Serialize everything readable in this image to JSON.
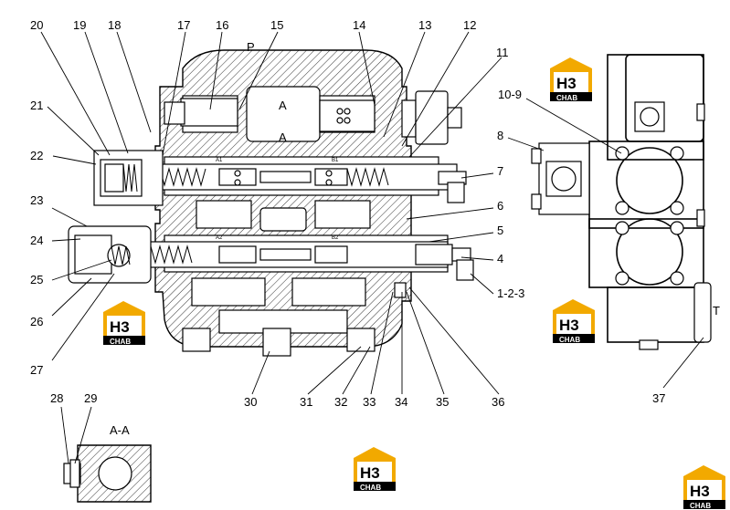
{
  "diagram": {
    "port_p": "P",
    "port_t": "T",
    "section_a_top": "A",
    "section_a_bottom": "A",
    "section_view_label": "A-A",
    "spool_labels": [
      "A1",
      "B1",
      "A2",
      "B2"
    ],
    "logo": {
      "mark": "H3",
      "sub": "CHAB"
    },
    "callouts": [
      {
        "id": "20",
        "label": "20"
      },
      {
        "id": "19",
        "label": "19"
      },
      {
        "id": "18",
        "label": "18"
      },
      {
        "id": "17",
        "label": "17"
      },
      {
        "id": "16",
        "label": "16"
      },
      {
        "id": "15",
        "label": "15"
      },
      {
        "id": "14",
        "label": "14"
      },
      {
        "id": "13",
        "label": "13"
      },
      {
        "id": "12",
        "label": "12"
      },
      {
        "id": "11",
        "label": "11"
      },
      {
        "id": "10-9",
        "label": "10-9"
      },
      {
        "id": "8",
        "label": "8"
      },
      {
        "id": "7",
        "label": "7"
      },
      {
        "id": "6",
        "label": "6"
      },
      {
        "id": "5",
        "label": "5"
      },
      {
        "id": "4",
        "label": "4"
      },
      {
        "id": "1-2-3",
        "label": "1-2-3"
      },
      {
        "id": "21",
        "label": "21"
      },
      {
        "id": "22",
        "label": "22"
      },
      {
        "id": "23",
        "label": "23"
      },
      {
        "id": "24",
        "label": "24"
      },
      {
        "id": "25",
        "label": "25"
      },
      {
        "id": "26",
        "label": "26"
      },
      {
        "id": "27",
        "label": "27"
      },
      {
        "id": "28",
        "label": "28"
      },
      {
        "id": "29",
        "label": "29"
      },
      {
        "id": "30",
        "label": "30"
      },
      {
        "id": "31",
        "label": "31"
      },
      {
        "id": "32",
        "label": "32"
      },
      {
        "id": "33",
        "label": "33"
      },
      {
        "id": "34",
        "label": "34"
      },
      {
        "id": "35",
        "label": "35"
      },
      {
        "id": "36",
        "label": "36"
      },
      {
        "id": "37",
        "label": "37"
      }
    ]
  }
}
